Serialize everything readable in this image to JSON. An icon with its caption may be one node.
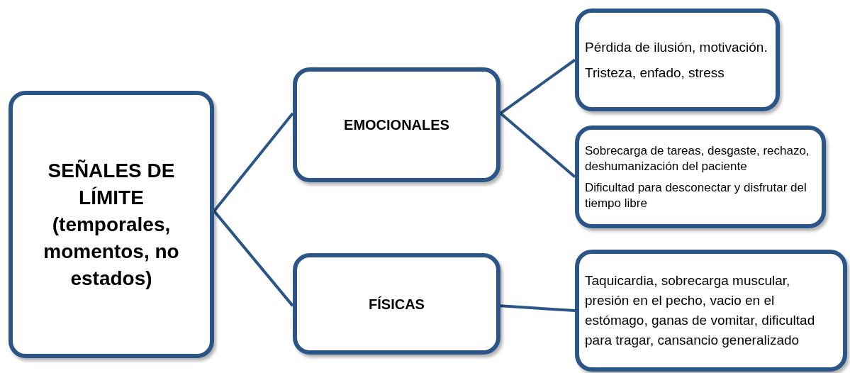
{
  "diagram": {
    "nodes": [
      {
        "text": [
          "SEÑALES DE LÍMITE (temporales, momentos, no estados)"
        ]
      },
      {
        "text": [
          "EMOCIONALES"
        ]
      },
      {
        "text": [
          "FÍSICAS"
        ]
      },
      {
        "text": [
          "Pérdida de ilusión, motivación.",
          "Tristeza, enfado, stress"
        ]
      },
      {
        "text": [
          "Sobrecarga de tareas, desgaste, rechazo, deshumanización del paciente",
          "Dificultad para desconectar y disfrutar del tiempo libre"
        ]
      },
      {
        "text": [
          "Taquicardia, sobrecarga muscular, presión en el pecho, vacio en el estómago, ganas de vomitar, dificultad para tragar, cansancio generalizado"
        ]
      }
    ],
    "edges": [
      {
        "from": 0,
        "to": 1,
        "arrow": "none"
      },
      {
        "from": 0,
        "to": 2,
        "arrow": "none"
      },
      {
        "from": 1,
        "to": 3,
        "arrow": "none"
      },
      {
        "from": 1,
        "to": 4,
        "arrow": "none"
      },
      {
        "from": 2,
        "to": 5,
        "arrow": "none"
      }
    ]
  }
}
